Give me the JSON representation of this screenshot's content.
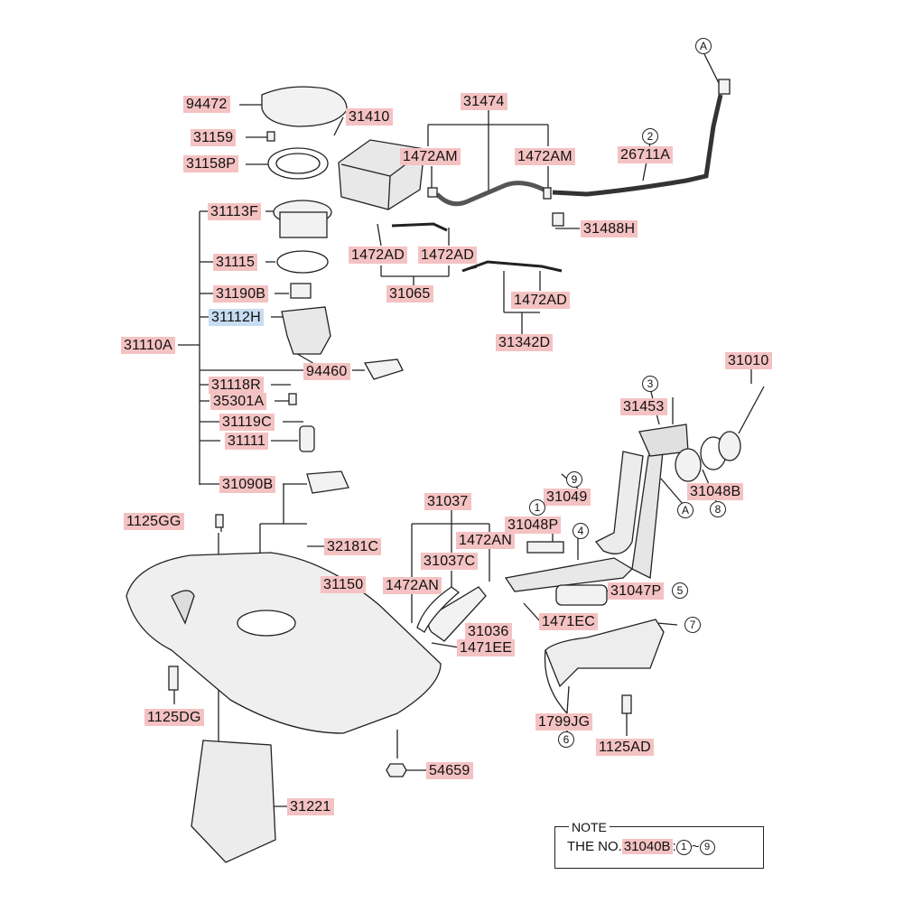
{
  "labels": {
    "p94472": "94472",
    "p31159": "31159",
    "p31158P": "31158P",
    "p31113F": "31113F",
    "p31115": "31115",
    "p31190B": "31190B",
    "p31112H": "31112H",
    "p31110A": "31110A",
    "p94460": "94460",
    "p31118R": "31118R",
    "p35301A": "35301A",
    "p31119C": "31119C",
    "p31111": "31111",
    "p31090B": "31090B",
    "p31410": "31410",
    "p31474": "31474",
    "p1472AM_a": "1472AM",
    "p1472AM_b": "1472AM",
    "p26711A": "26711A",
    "p31488H": "31488H",
    "p1472AD_a": "1472AD",
    "p1472AD_b": "1472AD",
    "p31065": "31065",
    "p1472AD_c": "1472AD",
    "p31342D": "31342D",
    "p31010": "31010",
    "p31453": "31453",
    "p31049": "31049",
    "p31048B": "31048B",
    "p31037": "31037",
    "p31048P": "31048P",
    "p1472AN_a": "1472AN",
    "p31037C": "31037C",
    "p1472AN_b": "1472AN",
    "p31047P": "31047P",
    "p1125GG": "1125GG",
    "p32181C": "32181C",
    "p31150": "31150",
    "p31036": "31036",
    "p1471EC": "1471EC",
    "p1471EE": "1471EE",
    "p1125DG": "1125DG",
    "p1799JG": "1799JG",
    "p1125AD": "1125AD",
    "p54659": "54659",
    "p31221": "31221"
  },
  "markers": {
    "A_top": "A",
    "A_mid": "A",
    "c1": "1",
    "c2": "2",
    "c3": "3",
    "c4": "4",
    "c5": "5",
    "c6": "6",
    "c7": "7",
    "c8": "8",
    "c9": "9"
  },
  "note": {
    "title": "NOTE",
    "prefix": "THE NO.",
    "part": "31040B",
    "colon": ":",
    "from": "1",
    "tilde": "~",
    "to": "9"
  },
  "colors": {
    "label_bg": "#f4c2c2",
    "selected_bg": "#c8dcf2",
    "line": "#222222"
  }
}
